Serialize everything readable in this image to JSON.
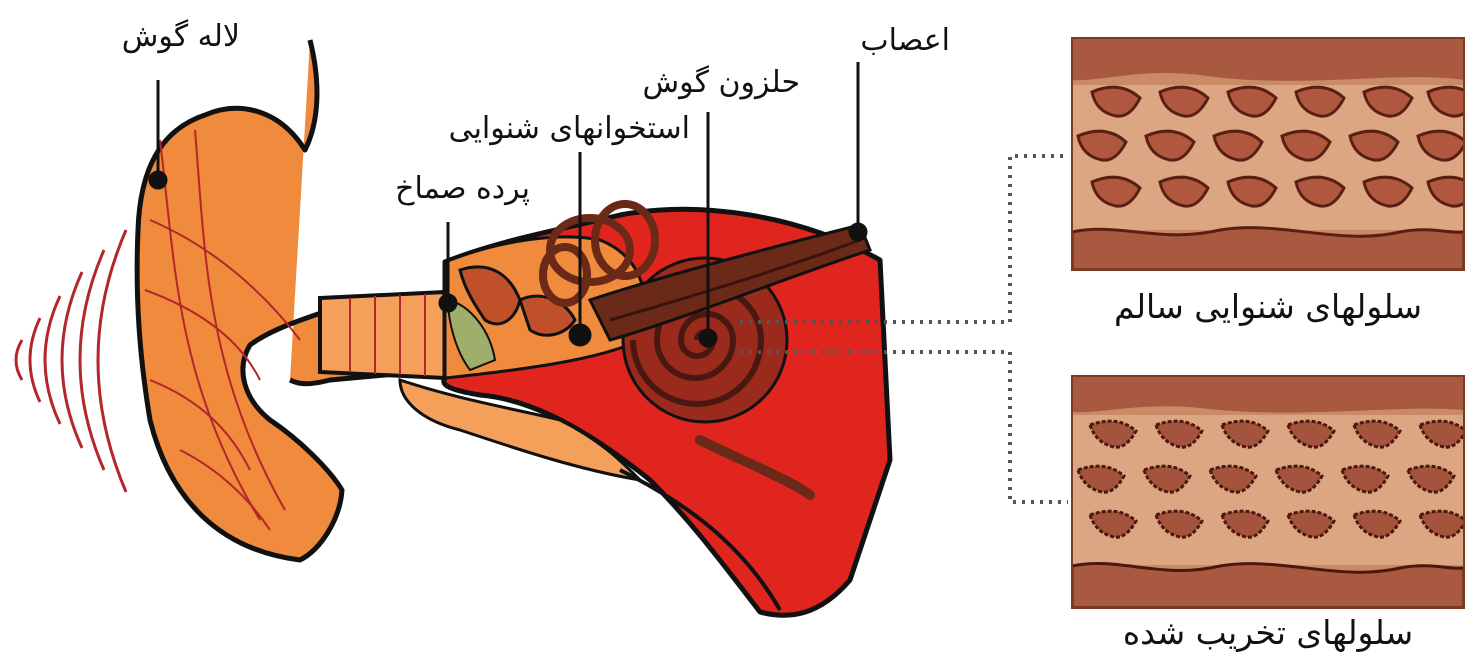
{
  "labels": {
    "pinna": "لاله گوش",
    "nerves": "اعصاب",
    "cochlea": "حلزون گوش",
    "ossicles": "استخوانهای شنوایی",
    "eardrum": "پرده صماخ"
  },
  "panels": {
    "healthy_caption": "سلولهای شنوایی سالم",
    "damaged_caption": "سلولهای تخریب شده"
  },
  "colors": {
    "skin": "#f08a3c",
    "skin_light": "#f4a05a",
    "inner_red": "#e0251e",
    "deep_red": "#c81e1a",
    "dark_brown": "#6b2a17",
    "sound_waves": "#b3262b",
    "tissue_bg": "#d59670",
    "cell_fill": "#b0583f",
    "cell_dark": "#5a1f14",
    "outline": "#111111"
  },
  "icons": {
    "sound": "sound-waves-icon",
    "ear": "ear-cross-section"
  }
}
